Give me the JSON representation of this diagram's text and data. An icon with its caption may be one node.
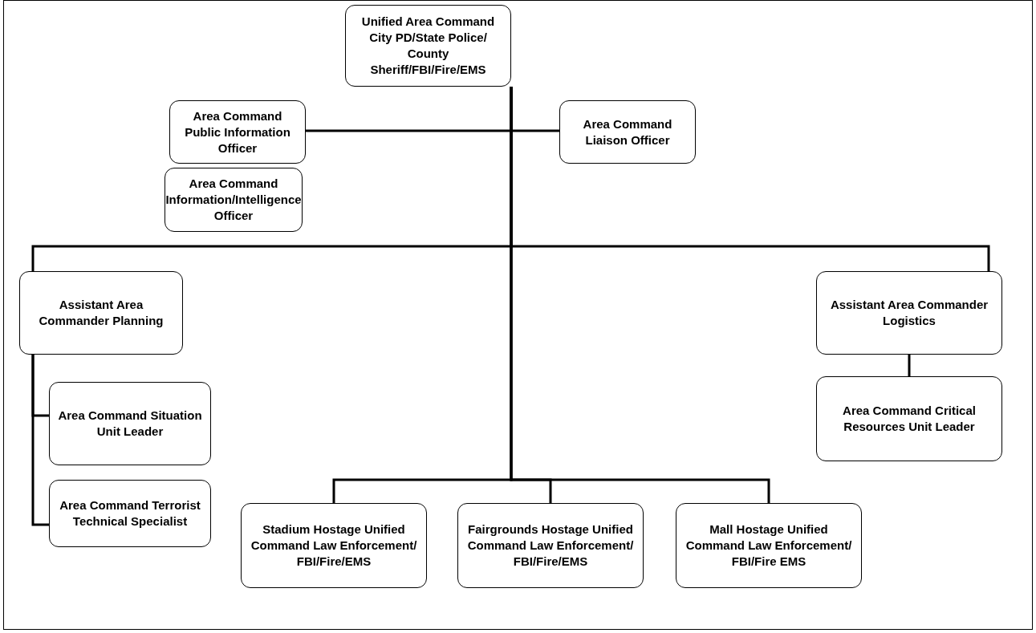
{
  "diagram": {
    "nodes": [
      {
        "text": [
          "Unified Area Command",
          "City PD/State Police/ County Sheriff/FBI/Fire/EMS"
        ]
      },
      {
        "text": [
          "Area Command Public Information Officer"
        ]
      },
      {
        "text": [
          "Area Command Liaison Officer"
        ]
      },
      {
        "text": [
          "Area Command Information/Intelligence Officer"
        ]
      },
      {
        "text": [
          "Assistant Area Commander Planning"
        ]
      },
      {
        "text": [
          "Assistant Area Commander Logistics"
        ]
      },
      {
        "text": [
          "Area Command Situation Unit Leader"
        ]
      },
      {
        "text": [
          "Area Command Terrorist Technical Specialist"
        ]
      },
      {
        "text": [
          "Area Command Critical Resources Unit Leader"
        ]
      },
      {
        "text": [
          "Stadium Hostage Unified Command Law Enforcement/ FBI/Fire/EMS"
        ]
      },
      {
        "text": [
          "Fairgrounds Hostage Unified Command Law Enforcement/ FBI/Fire/EMS"
        ]
      },
      {
        "text": [
          "Mall Hostage Unified Command Law Enforcement/ FBI/Fire EMS"
        ]
      }
    ],
    "edges": [
      {
        "from": 0,
        "to": 1,
        "arrow": "none"
      },
      {
        "from": 0,
        "to": 2,
        "arrow": "none"
      },
      {
        "from": 0,
        "to": 4,
        "arrow": "none"
      },
      {
        "from": 0,
        "to": 5,
        "arrow": "none"
      },
      {
        "from": 0,
        "to": 9,
        "arrow": "none"
      },
      {
        "from": 0,
        "to": 10,
        "arrow": "none"
      },
      {
        "from": 0,
        "to": 11,
        "arrow": "none"
      },
      {
        "from": 4,
        "to": 6,
        "arrow": "none"
      },
      {
        "from": 4,
        "to": 7,
        "arrow": "none"
      },
      {
        "from": 5,
        "to": 8,
        "arrow": "none"
      }
    ]
  }
}
